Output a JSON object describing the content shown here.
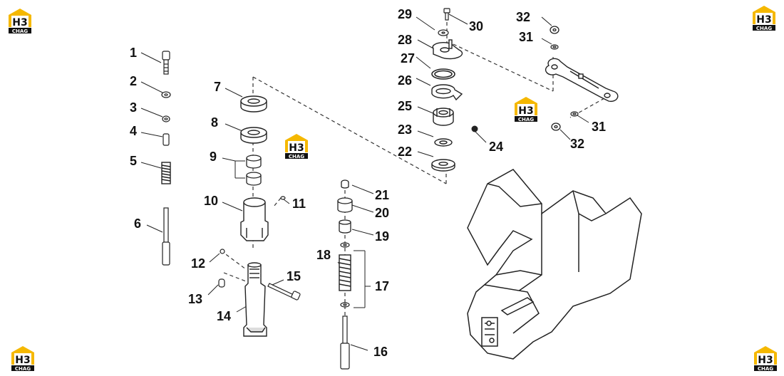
{
  "brand": {
    "logo_letters": "H3",
    "logo_caption": "CHAG",
    "colors": {
      "accent": "#f5b800",
      "ink": "#111111",
      "line": "#222222",
      "dashed": "#333333"
    }
  },
  "callouts": {
    "c1": "1",
    "c2": "2",
    "c3": "3",
    "c4": "4",
    "c5": "5",
    "c6": "6",
    "c7": "7",
    "c8": "8",
    "c9": "9",
    "c10": "10",
    "c11": "11",
    "c12": "12",
    "c13": "13",
    "c14": "14",
    "c15": "15",
    "c16": "16",
    "c17": "17",
    "c18": "18",
    "c19": "19",
    "c20": "20",
    "c21": "21",
    "c22": "22",
    "c23": "23",
    "c24": "24",
    "c25": "25",
    "c26": "26",
    "c27": "27",
    "c28": "28",
    "c29": "29",
    "c30": "30",
    "c31a": "31",
    "c31b": "31",
    "c32a": "32",
    "c32b": "32"
  }
}
